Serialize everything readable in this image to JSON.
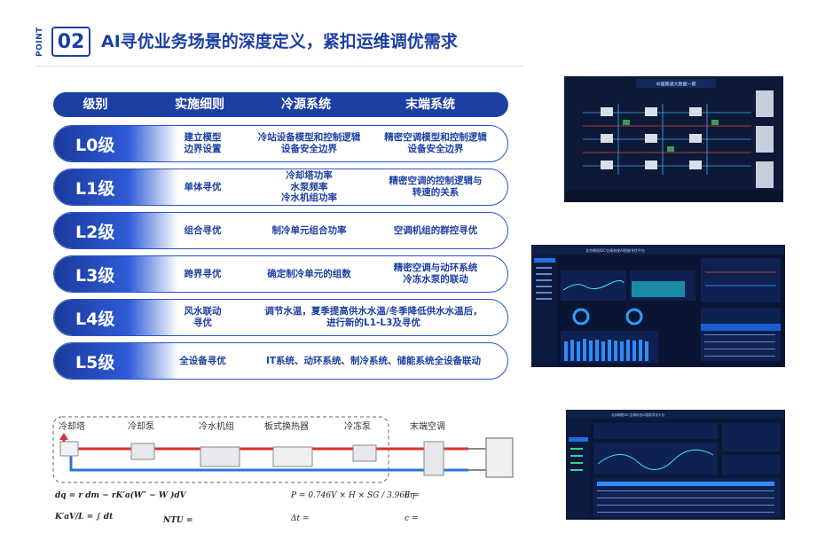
{
  "header": {
    "point_label": "POINT",
    "number": "02",
    "title": "AI寻优业务场景的深度定义，紧扣运维调优需求"
  },
  "table": {
    "columns": [
      "级别",
      "实施细则",
      "冷源系统",
      "末端系统"
    ],
    "rows": [
      {
        "level": "L0级",
        "detail": "建立模型\n边界设置",
        "cold": "冷站设备模型和控制逻辑\n设备安全边界",
        "terminal": "精密空调模型和控制逻辑\n设备安全边界"
      },
      {
        "level": "L1级",
        "detail": "单体寻优",
        "cold": "冷却塔功率\n水泵频率\n冷水机组功率",
        "terminal": "精密空调的控制逻辑与\n转速的关系"
      },
      {
        "level": "L2级",
        "detail": "组合寻优",
        "cold": "制冷单元组合功率",
        "terminal": "空调机组的群控寻优"
      },
      {
        "level": "L3级",
        "detail": "跨界寻优",
        "cold": "确定制冷单元的组数",
        "terminal": "精密空调与动环系统\n冷冻水泵的联动"
      },
      {
        "level": "L4级",
        "detail": "风水联动\n寻优",
        "cold": "调节水温，夏季提高供水水温/冬季降低供水水温后，\n进行新的L1-L3及寻优",
        "terminal": ""
      },
      {
        "level": "L5级",
        "detail": "全设备寻优",
        "cold": "IT系统、动环系统、制冷系统、储能系统全设备联动",
        "terminal": ""
      }
    ]
  },
  "diagram": {
    "labels": [
      "冷却塔",
      "冷却泵",
      "冷水机组",
      "板式换热器",
      "冷冻泵",
      "末端空调"
    ]
  },
  "formulas": {
    "f1": "dq = r dm − rK′a(W″ − W )dV",
    "f2": "K′aV/L = ∫ dt",
    "f3": "NTU =",
    "f4": "P = 0.746V × H × SG / 3.960η",
    "f5": "Δt =",
    "f6": "E =",
    "f7": "c ="
  },
  "shots": {
    "s1_title": "中国联通大数据一期",
    "s2_title": "北京朝阳IDC空调系统AI智能寻优平台",
    "s3_title": "北京朝阳IDC空调系统AI智能寻优平台"
  },
  "colors": {
    "primary": "#1d3fa3",
    "row_border": "#2a53c4",
    "pipe_red": "#d9302b",
    "pipe_blue": "#2c74d6",
    "screen_bg": "#0d1936"
  }
}
